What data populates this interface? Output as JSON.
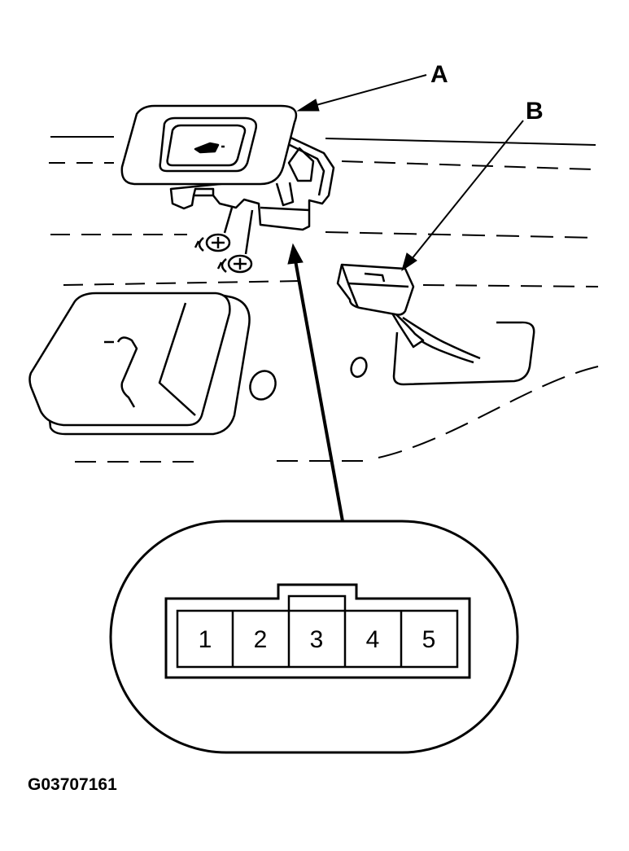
{
  "callouts": {
    "a": "A",
    "b": "B"
  },
  "connector_face": {
    "pins": [
      "1",
      "2",
      "3",
      "4",
      "5"
    ]
  },
  "figure_id": "G03707161",
  "colors": {
    "ink": "#000000",
    "paper": "#ffffff"
  }
}
